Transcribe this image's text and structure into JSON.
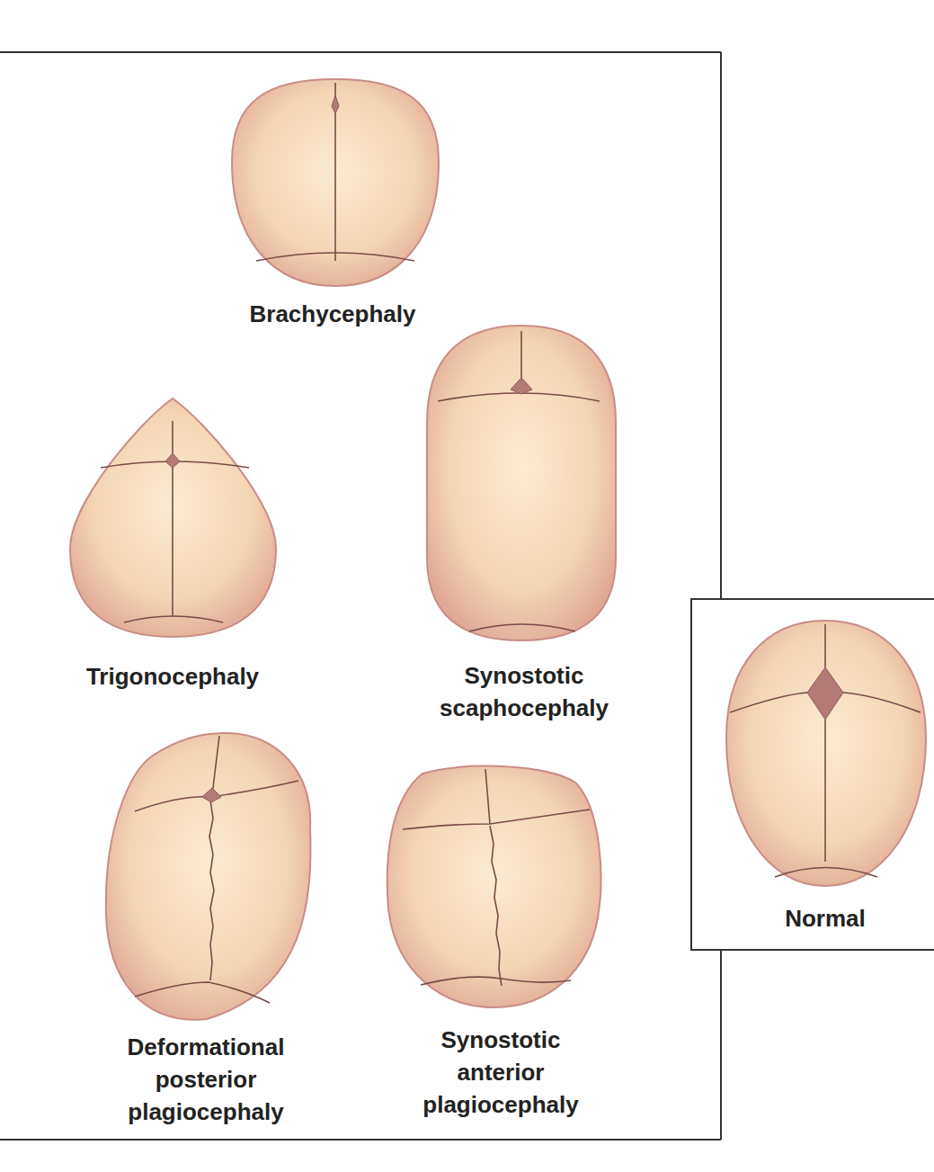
{
  "diagram": {
    "nodes": [
      {
        "text": [
          "Normal"
        ]
      }
    ],
    "labels": [
      "Brachycephaly",
      "Trigonocephaly",
      "Synostotic scaphocephaly",
      "Deformational posterior plagiocephaly",
      "Synostotic anterior plagiocephaly"
    ]
  }
}
